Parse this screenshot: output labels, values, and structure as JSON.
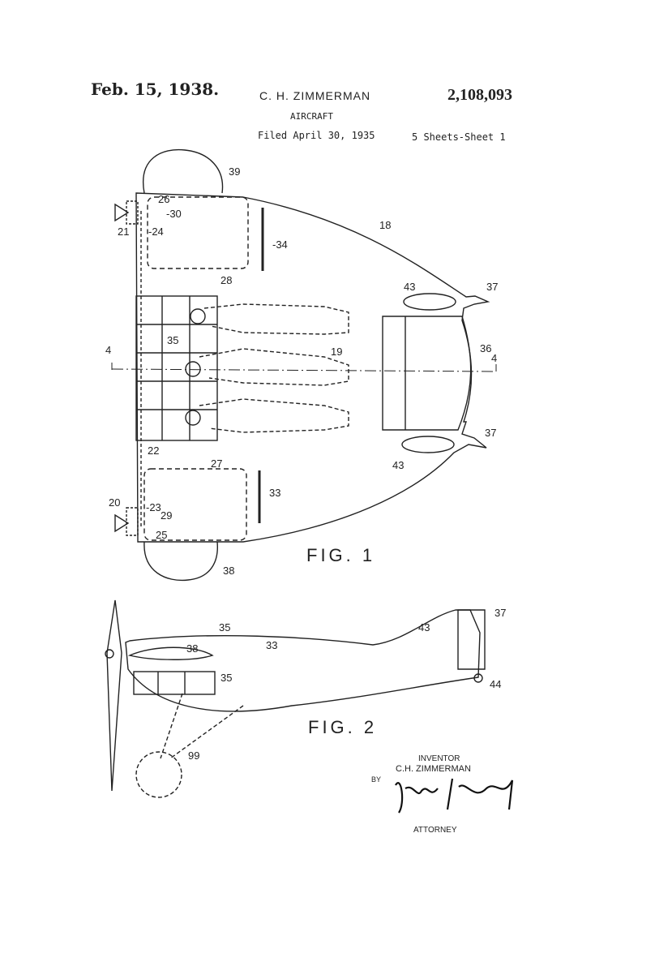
{
  "header": {
    "date": "Feb. 15, 1938.",
    "inventor": "C. H. ZIMMERMAN",
    "patent_number": "2,108,093",
    "title": "AIRCRAFT",
    "filed": "Filed April 30, 1935",
    "sheets": "5 Sheets-Sheet 1"
  },
  "figures": {
    "fig1": {
      "caption": "FIG. 1",
      "refs": [
        "39",
        "26",
        "30",
        "21",
        "24",
        "18",
        "34",
        "28",
        "43",
        "37",
        "35",
        "19",
        "4",
        "36",
        "4",
        "22",
        "27",
        "33",
        "20",
        "23",
        "29",
        "25",
        "43",
        "37",
        "38"
      ]
    },
    "fig2": {
      "caption": "FIG. 2",
      "refs": [
        "35",
        "33",
        "38",
        "35",
        "43",
        "37",
        "44",
        "99"
      ]
    }
  },
  "signature": {
    "inventor_label": "INVENTOR",
    "inventor_name": "C.H. ZIMMERMAN",
    "by": "BY",
    "attorney_label": "ATTORNEY"
  }
}
